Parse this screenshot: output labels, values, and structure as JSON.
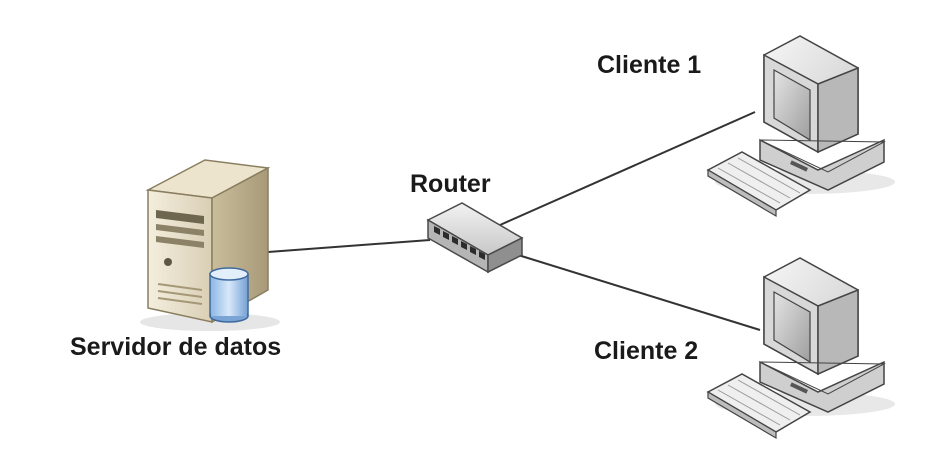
{
  "diagram": {
    "nodes": [
      {
        "id": "server",
        "label": "Servidor de datos",
        "icon": "database-server-icon"
      },
      {
        "id": "router",
        "label": "Router",
        "icon": "router-icon"
      },
      {
        "id": "client1",
        "label": "Cliente 1",
        "icon": "desktop-computer-icon"
      },
      {
        "id": "client2",
        "label": "Cliente 2",
        "icon": "desktop-computer-icon"
      }
    ],
    "edges": [
      {
        "from": "server",
        "to": "router"
      },
      {
        "from": "router",
        "to": "client1"
      },
      {
        "from": "router",
        "to": "client2"
      }
    ]
  }
}
